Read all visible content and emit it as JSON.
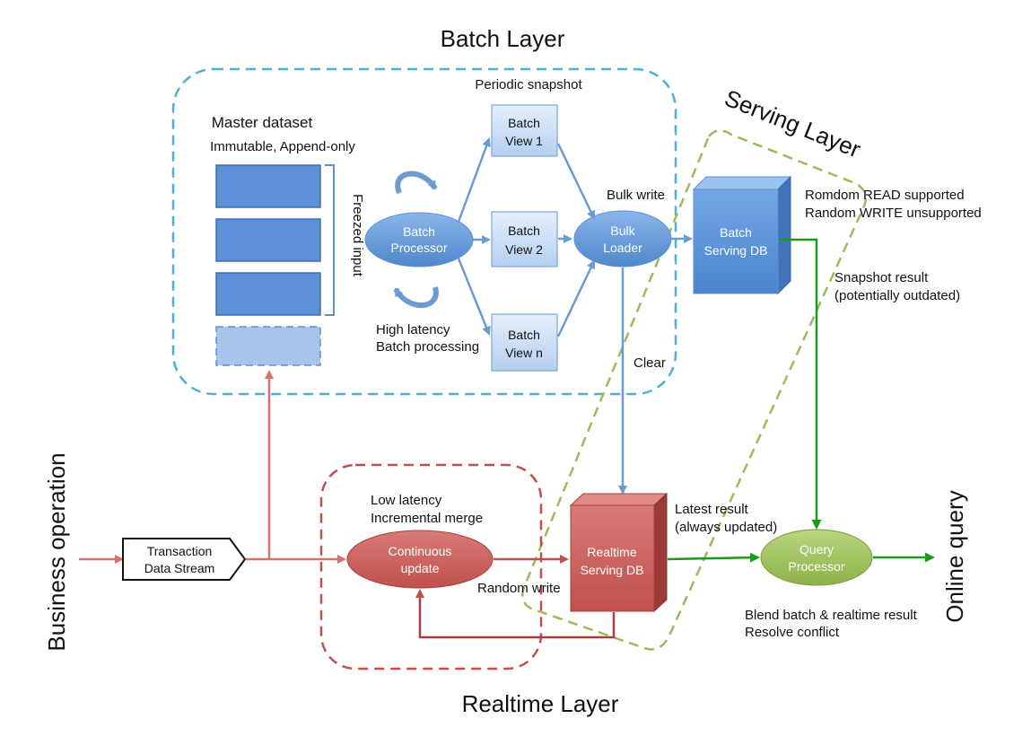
{
  "layers": {
    "batch": "Batch Layer",
    "serving": "Serving Layer",
    "realtime": "Realtime Layer"
  },
  "side_labels": {
    "business_operation": "Business operation",
    "online_query": "Online query"
  },
  "master_dataset": {
    "title": "Master dataset",
    "subtitle": "Immutable, Append-only",
    "freezed_input": "Freezed input"
  },
  "batch_processor": {
    "line1": "Batch",
    "line2": "Processor",
    "note1": "High latency",
    "note2": "Batch processing"
  },
  "periodic_snapshot": "Periodic snapshot",
  "batch_views": [
    {
      "line1": "Batch",
      "line2": "View 1"
    },
    {
      "line1": "Batch",
      "line2": "View 2"
    },
    {
      "line1": "Batch",
      "line2": "View n"
    }
  ],
  "bulk_loader": {
    "line1": "Bulk",
    "line2": "Loader",
    "bulk_write": "Bulk write",
    "clear": "Clear"
  },
  "batch_serving_db": {
    "line1": "Batch",
    "line2": "Serving DB",
    "note1": "Romdom READ supported",
    "note2": "Random WRITE unsupported",
    "snapshot1": "Snapshot result",
    "snapshot2": "(potentially outdated)"
  },
  "transaction_stream": {
    "line1": "Transaction",
    "line2": "Data Stream"
  },
  "continuous_update": {
    "line1": "Continuous",
    "line2": "update",
    "note1": "Low latency",
    "note2": "Incremental merge",
    "random_write": "Random write"
  },
  "realtime_serving_db": {
    "line1": "Realtime",
    "line2": "Serving DB",
    "note1": "Latest result",
    "note2": "(always updated)"
  },
  "query_processor": {
    "line1": "Query",
    "line2": "Processor",
    "note1": "Blend batch & realtime result",
    "note2": "Resolve conflict"
  },
  "colors": {
    "batch_border": "#4bb3d1",
    "serving_border": "#9bbb59",
    "realtime_border": "#c0504d",
    "blue_arrow": "#6c9bd1",
    "red_arrow": "#c0504d",
    "green_arrow": "#1a9a1a"
  }
}
